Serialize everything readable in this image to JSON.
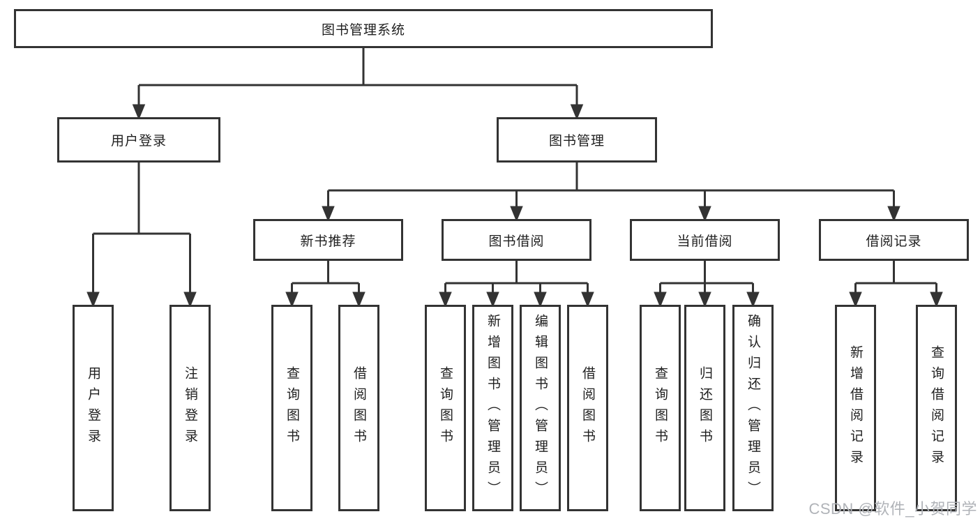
{
  "colors": {
    "line": "#333333",
    "box_border": "#333333",
    "text": "#1f1f1f",
    "background": "#ffffff",
    "watermark": "#b0b3b8"
  },
  "diagram_type": "hierarchy-tree",
  "nodes": {
    "root": {
      "label": "图书管理系统"
    },
    "level2": [
      {
        "label": "用户登录"
      },
      {
        "label": "图书管理"
      }
    ],
    "level3": [
      {
        "parent": "图书管理",
        "label": "新书推荐"
      },
      {
        "parent": "图书管理",
        "label": "图书借阅"
      },
      {
        "parent": "图书管理",
        "label": "当前借阅"
      },
      {
        "parent": "图书管理",
        "label": "借阅记录"
      }
    ],
    "leaves": [
      {
        "parent": "用户登录",
        "label": "用户登录"
      },
      {
        "parent": "用户登录",
        "label": "注销登录"
      },
      {
        "parent": "新书推荐",
        "label": "查询图书"
      },
      {
        "parent": "新书推荐",
        "label": "借阅图书"
      },
      {
        "parent": "图书借阅",
        "label": "查询图书"
      },
      {
        "parent": "图书借阅",
        "label": "新增图书（管理员）"
      },
      {
        "parent": "图书借阅",
        "label": "编辑图书（管理员）"
      },
      {
        "parent": "图书借阅",
        "label": "借阅图书"
      },
      {
        "parent": "当前借阅",
        "label": "查询图书"
      },
      {
        "parent": "当前借阅",
        "label": "归还图书"
      },
      {
        "parent": "当前借阅",
        "label": "确认归还（管理员）"
      },
      {
        "parent": "借阅记录",
        "label": "新增借阅记录"
      },
      {
        "parent": "借阅记录",
        "label": "查询借阅记录"
      }
    ]
  },
  "watermark": {
    "text": "CSDN @软件_小贺同学"
  }
}
